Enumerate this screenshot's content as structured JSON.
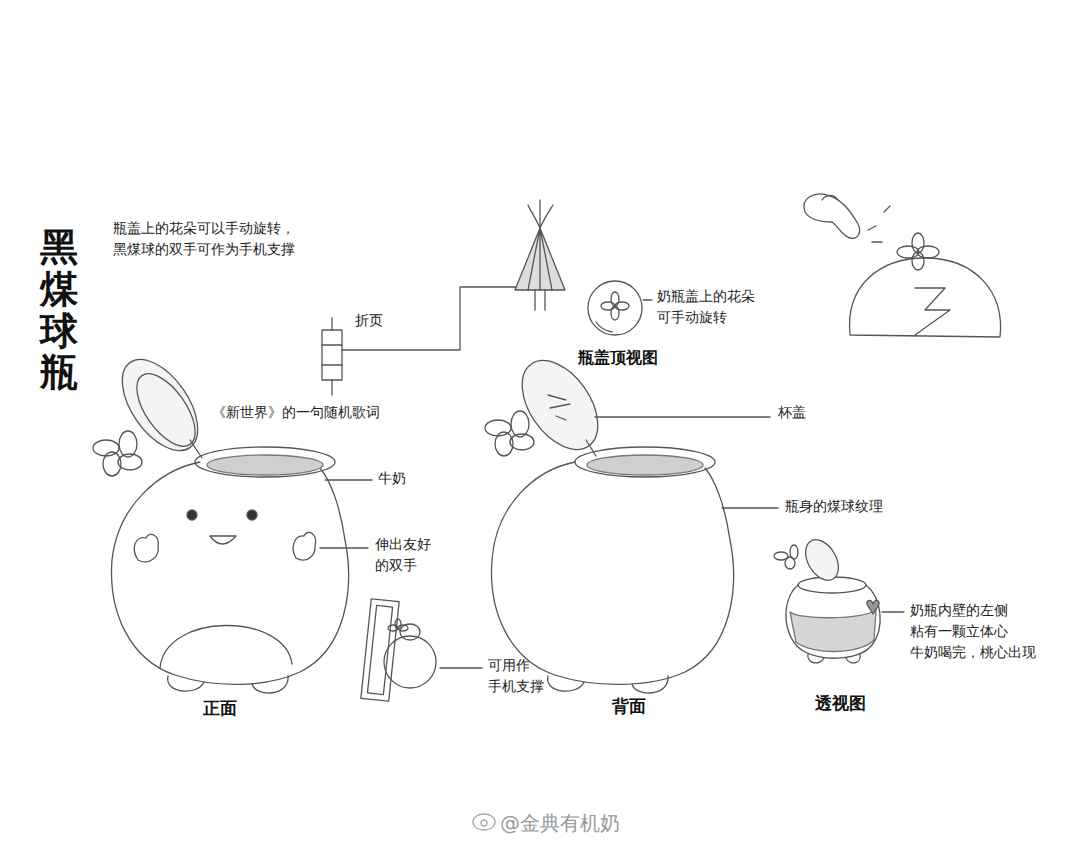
{
  "diagram": {
    "title": "黑煤球瓶",
    "labels": [
      "瓶盖上的花朵可以手动旋转， 黑煤球的双手可作为手机支撑",
      "折页",
      "奶瓶盖上的花朵 可手动旋转",
      "瓶盖顶视图",
      "《新世界》的一句随机歌词",
      "杯盖",
      "牛奶",
      "瓶身的煤球纹理",
      "伸出友好 的双手",
      "奶瓶内壁的左侧 粘有一颗立体心 牛奶喝完，桃心出现",
      "可用作 手机支撑",
      "正面",
      "背面",
      "透视图",
      "@金典有机奶"
    ]
  }
}
